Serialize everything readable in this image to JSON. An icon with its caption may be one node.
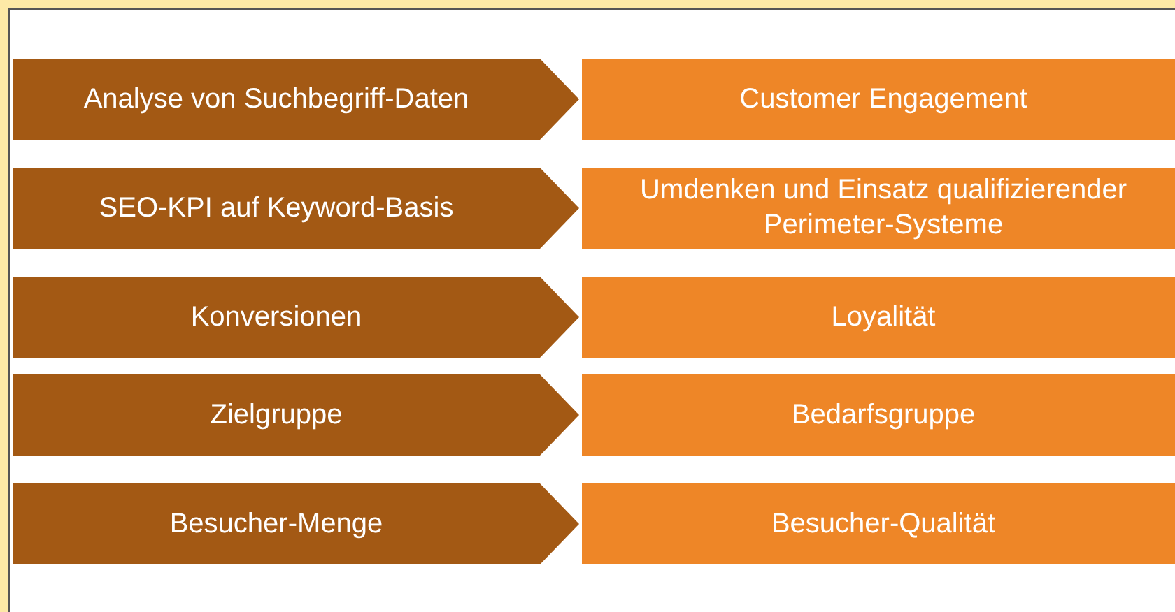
{
  "diagram": {
    "nodes": [
      {
        "text": [
          "Analyse von Suchbegriff-Daten"
        ]
      },
      {
        "text": [
          "Customer Engagement"
        ]
      },
      {
        "text": [
          "SEO-KPI auf Keyword-Basis"
        ]
      },
      {
        "text": [
          "Umdenken und Einsatz qualifizierender Perimeter-Systeme"
        ]
      },
      {
        "text": [
          "Konversionen"
        ]
      },
      {
        "text": [
          "Loyalität"
        ]
      },
      {
        "text": [
          "Zielgruppe"
        ]
      },
      {
        "text": [
          "Bedarfsgruppe"
        ]
      },
      {
        "text": [
          "Besucher-Menge"
        ]
      },
      {
        "text": [
          "Besucher-Qualität"
        ]
      }
    ]
  }
}
